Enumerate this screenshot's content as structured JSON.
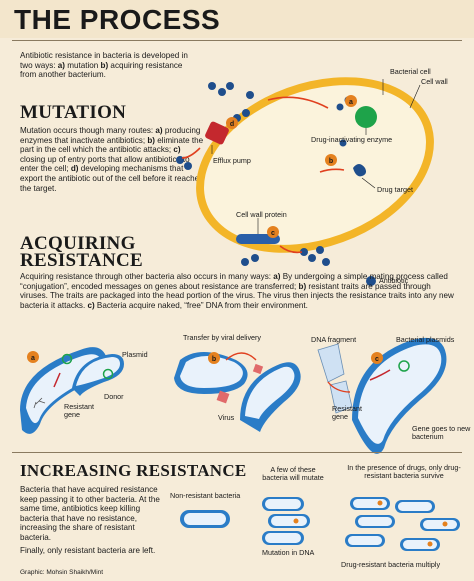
{
  "title": "THE PROCESS",
  "intro": {
    "text_1": "Antibiotic resistance in bacteria is developed in two ways: ",
    "a": "a)",
    "text_2": " mutation ",
    "b": "b)",
    "text_3": " acquiring resistance from another bacterium."
  },
  "mutation": {
    "heading": "MUTATION",
    "text_1": "Mutation occurs though many routes:",
    "a_label": "a)",
    "a_text": " producing enzymes that inactivate antibiotics; ",
    "b_label": "b)",
    "b_text": " eliminate the part in the cell which the antibiotic attacks;",
    "c_label": "c)",
    "c_text": " closing up of entry ports that allow antibiotics to enter the cell; ",
    "d_label": "d)",
    "d_text": " developing mechanisms that export the antibiotic out of the cell before it reaches the target."
  },
  "cell_diagram": {
    "bacterial_cell": "Bacterial cell",
    "cell_wall": "Cell wall",
    "drug_inactivating_enzyme": "Drug-inactivating enzyme",
    "efflux_pump": "Efflux pump",
    "drug_target": "Drug target",
    "cell_wall_protein": "Cell wall protein",
    "antibiotic": "Antibiotic",
    "markers": [
      "a",
      "b",
      "c",
      "d"
    ]
  },
  "acquiring": {
    "heading_1": "ACQUIRING",
    "heading_2": "RESISTANCE",
    "text_1": "Acquiring resistance through other bacteria also occurs in many ways: ",
    "a_label": "a)",
    "a_text": " By undergoing a simple mating process called “conjugation”, encoded messages on genes about resistance are transferred; ",
    "b_label": "b)",
    "b_text": " resistant traits are passed through viruses. The traits are packaged into the head portion of the virus. The virus then injects the resistance traits into any new bacteria it attacks. ",
    "c_label": "c)",
    "c_text": " Bacteria acquire naked, “free” DNA from their environment.",
    "labels": {
      "plasmid": "Plasmid",
      "donor": "Donor",
      "resistant_gene": "Resistant gene",
      "transfer_by_viral_delivery": "Transfer by viral delivery",
      "virus": "Virus",
      "dna_fragment": "DNA fragment",
      "bacterial_plasmids": "Bacterial plasmids",
      "resistant_gene_2": "Resistant gene",
      "gene_goes_to_new_bacterium": "Gene goes to new bacterium"
    },
    "markers": [
      "a",
      "b",
      "c"
    ]
  },
  "increasing": {
    "heading": "INCREASING RESISTANCE",
    "text_1": "Bacteria that have acquired resistance keep passing it to other bacteria. At the same time, antibiotics keep killing bacteria that have no resistance, increasing the share of resistant bacteria.",
    "text_2": "Finally, only resistant bacteria are left.",
    "labels": {
      "non_resistant": "Non-resistant bacteria",
      "a_few_mutate": "A few of these bacteria will mutate",
      "mutation_in_dna": "Mutation in DNA",
      "in_presence_of_drugs": "In the presence of drugs, only drug-resistant bacteria survive",
      "drug_resistant_multiply": "Drug-resistant bacteria multiply"
    }
  },
  "credit": "Graphic: Mohsin Shaikh/Mint",
  "colors": {
    "background": "#f6ecd9",
    "cell_wall": "#f3b528",
    "cytoplasm": "#fbf3dc",
    "antibiotic": "#1f4e8c",
    "enzyme": "#1ea34a",
    "marker": "#e4811f",
    "arrow": "#e0401f",
    "efflux": "#c4282e",
    "bacterium": "#2a7cc7"
  }
}
